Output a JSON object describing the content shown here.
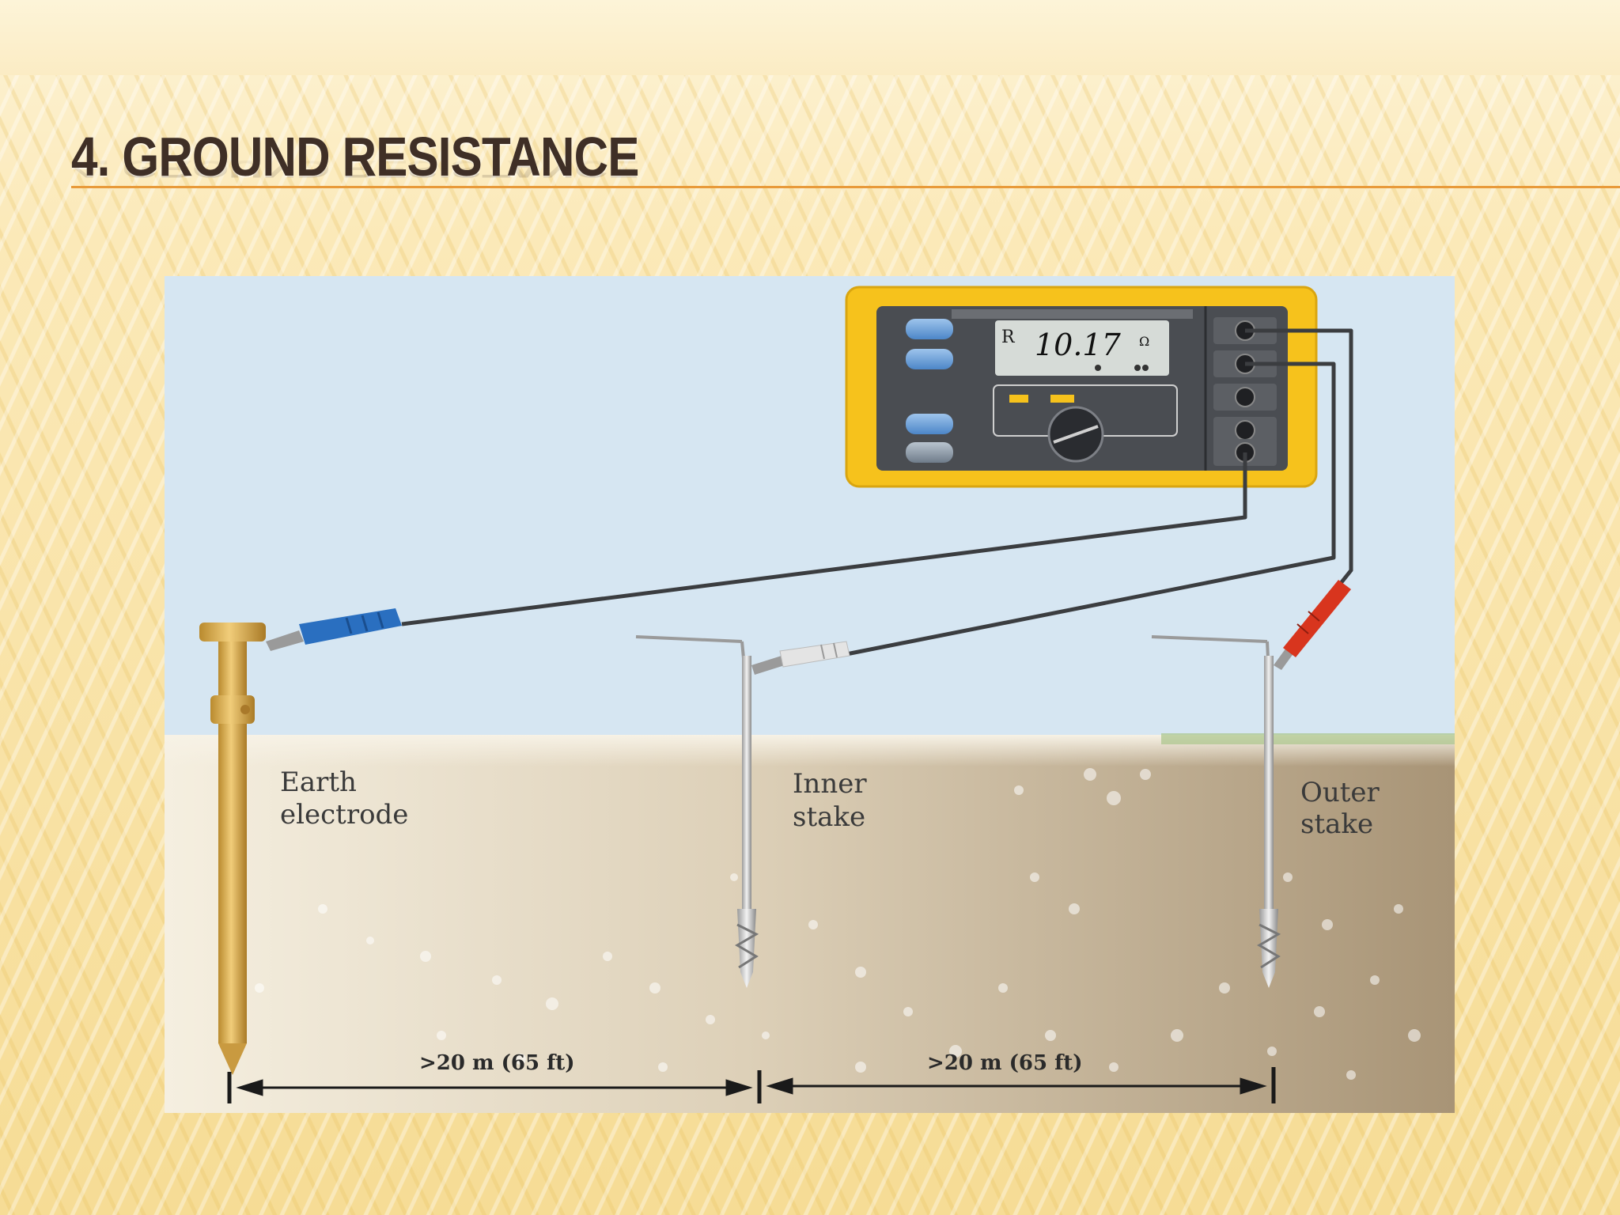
{
  "slide": {
    "title": "4. GROUND RESISTANCE"
  },
  "diagram": {
    "meter": {
      "display_prefix": "R",
      "display_reading": "10.17",
      "display_unit": "Ω"
    },
    "labels": {
      "earth_electrode_line1": "Earth",
      "earth_electrode_line2": "electrode",
      "inner_stake_line1": "Inner",
      "inner_stake_line2": "stake",
      "outer_stake_line1": "Outer",
      "outer_stake_line2": "stake"
    },
    "dimensions": {
      "spacing_1": ">20 m (65 ft)",
      "spacing_2": ">20 m (65 ft)"
    },
    "colors": {
      "sky": "#d6e6f2",
      "meter_body": "#f6c21c",
      "meter_panel": "#4a4d52",
      "lead_wire": "#3b3d40",
      "earth_clip": "#2a6fc0",
      "inner_clip": "#e4e4e4",
      "outer_clip": "#d8351e",
      "electrode": "#d9a84a",
      "title_rule": "#e89a3a"
    }
  }
}
